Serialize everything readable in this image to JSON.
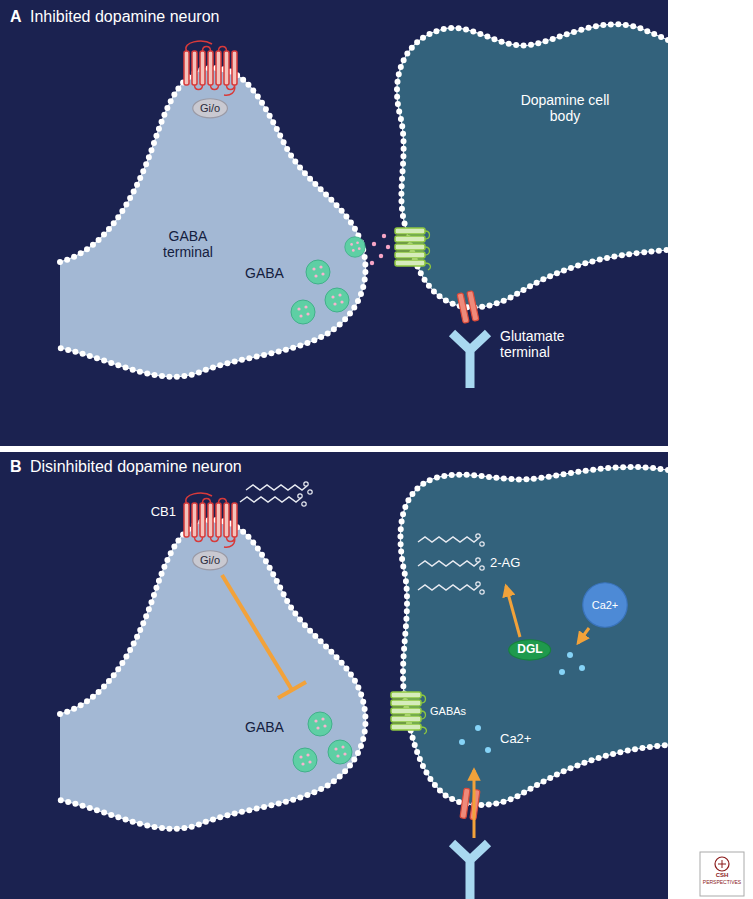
{
  "diagram": {
    "nodes": [
      {
        "text": [
          "A",
          "Inhibited dopamine neuron"
        ]
      },
      {
        "text": [
          "GABA terminal",
          "GABA"
        ],
        "in": 0
      },
      {
        "text": [
          "Gi/o"
        ],
        "in": 1
      },
      {
        "text": [
          "Dopamine cell body"
        ],
        "in": 0
      },
      {
        "text": [
          "Glutamate terminal"
        ],
        "in": 0
      },
      {
        "text": [
          "B",
          "Disinhibited dopamine neuron"
        ]
      },
      {
        "text": [
          "GABA"
        ],
        "in": 5
      },
      {
        "text": [
          "Gi/o"
        ],
        "in": 6
      },
      {
        "text": [
          "2-AG",
          "Ca2+"
        ],
        "in": 5
      },
      {
        "text": [
          "Ca2+"
        ],
        "in": 8
      },
      {
        "text": [
          "DGL"
        ],
        "in": 8
      }
    ],
    "labels": [
      "CB1",
      "GABAs",
      "CSH",
      "PERSPECTIVES"
    ]
  }
}
